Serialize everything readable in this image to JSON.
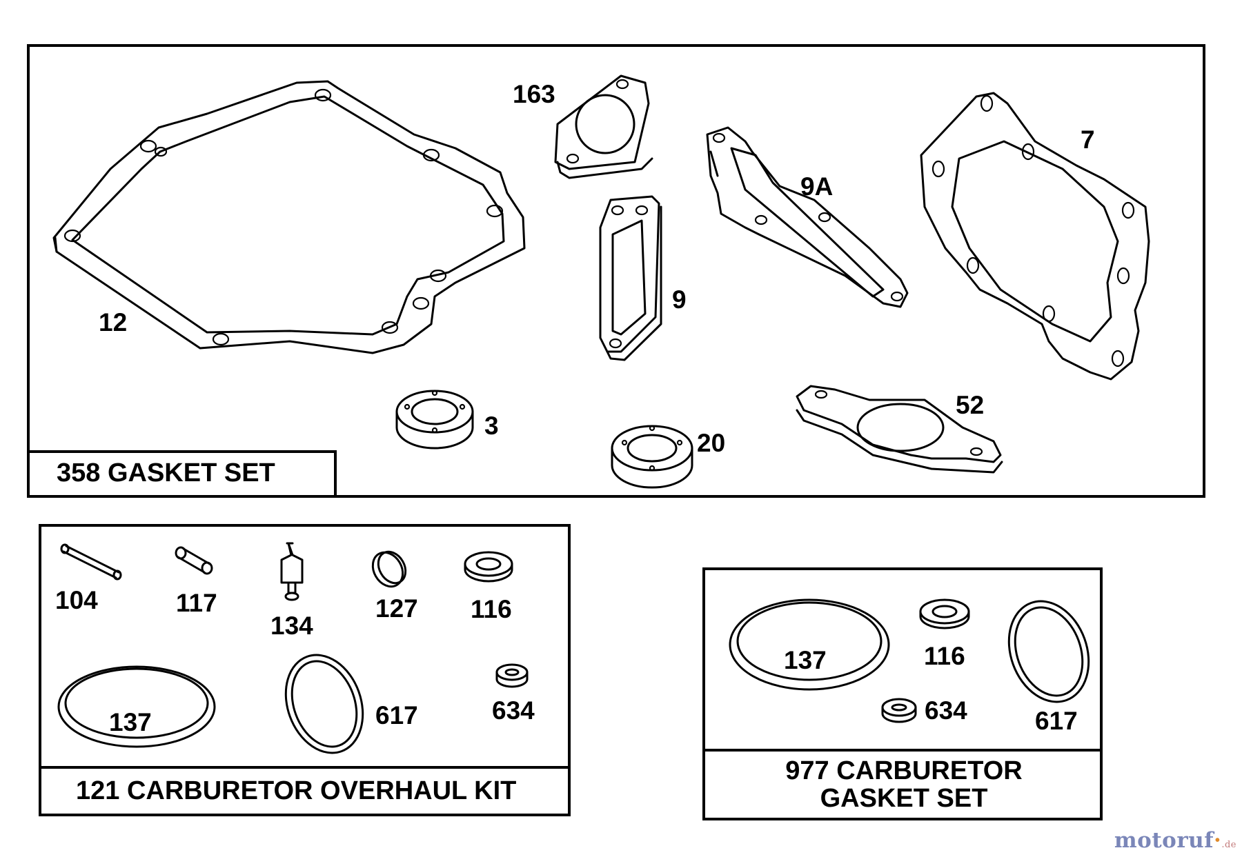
{
  "kits": {
    "gasket_set": "358 GASKET SET",
    "overhaul_kit": "121 CARBURETOR OVERHAUL KIT",
    "carb_gasket_line1": "977 CARBURETOR",
    "carb_gasket_line2": "GASKET SET"
  },
  "parts": {
    "p163": "163",
    "p7": "7",
    "p9a": "9A",
    "p9": "9",
    "p12": "12",
    "p3": "3",
    "p20": "20",
    "p52": "52",
    "k104": "104",
    "k117": "117",
    "k134": "134",
    "k127": "127",
    "k116": "116",
    "k137": "137",
    "k617": "617",
    "k634": "634",
    "c137": "137",
    "c116": "116",
    "c634": "634",
    "c617": "617"
  },
  "watermark": {
    "brand": "motoruf",
    "dot": "·",
    "tld": ".de"
  }
}
